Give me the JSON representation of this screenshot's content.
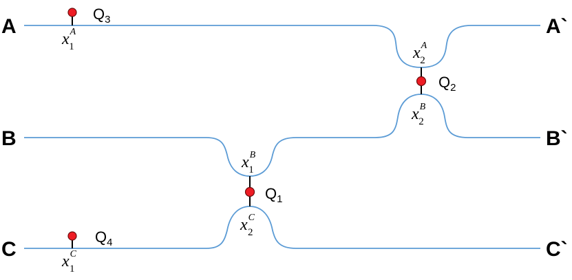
{
  "ports": {
    "A": "A",
    "A_out": "A`",
    "B": "B",
    "B_out": "B`",
    "C": "C",
    "C_out": "C`"
  },
  "qubits": {
    "q1": {
      "base": "Q",
      "sub": "1"
    },
    "q2": {
      "base": "Q",
      "sub": "2"
    },
    "q3": {
      "base": "Q",
      "sub": "3"
    },
    "q4": {
      "base": "Q",
      "sub": "4"
    }
  },
  "positions": {
    "x1A": {
      "base": "x",
      "sup": "A",
      "sub": "1"
    },
    "x2A": {
      "base": "x",
      "sup": "A",
      "sub": "2"
    },
    "x1B": {
      "base": "x",
      "sup": "B",
      "sub": "1"
    },
    "x2B": {
      "base": "x",
      "sup": "B",
      "sub": "2"
    },
    "x1C": {
      "base": "x",
      "sup": "C",
      "sub": "1"
    },
    "x2C": {
      "base": "x",
      "sup": "C",
      "sub": "2"
    }
  },
  "colors": {
    "waveguide": "#5b9bd5",
    "qubit_fill": "#ee1c24",
    "stem": "#000000"
  }
}
